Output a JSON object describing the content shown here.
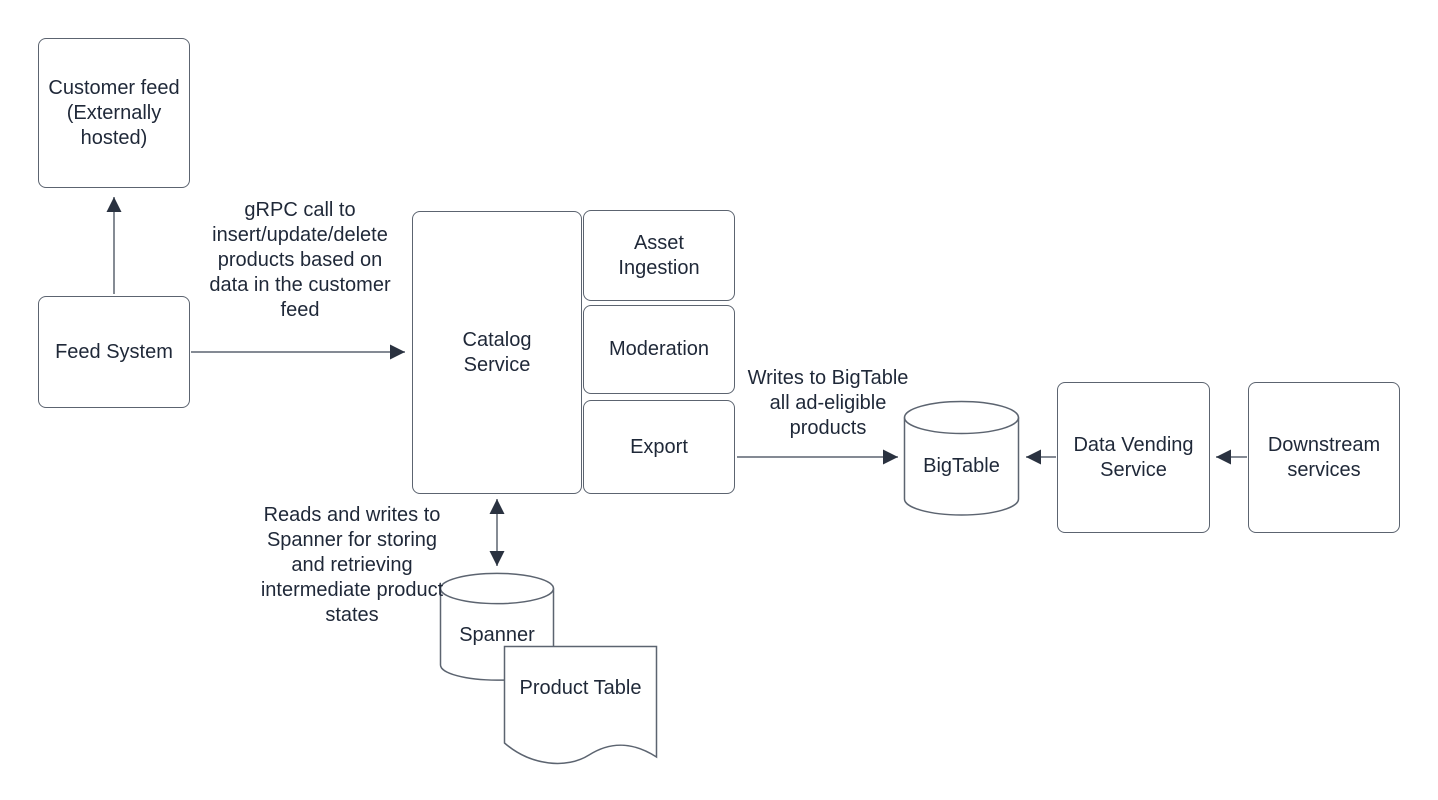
{
  "diagram": {
    "nodes": {
      "customer_feed": "Customer feed\n(Externally\nhosted)",
      "feed_system": "Feed System",
      "catalog_service": "Catalog\nService",
      "asset_ingestion": "Asset\nIngestion",
      "moderation": "Moderation",
      "export": "Export",
      "bigtable": "BigTable",
      "data_vending_service": "Data Vending\nService",
      "downstream_services": "Downstream\nservices",
      "spanner": "Spanner",
      "product_table": "Product Table"
    },
    "edge_labels": {
      "grpc": "gRPC call to\ninsert/update/delete\nproducts based on\ndata in the customer\nfeed",
      "writes_bigtable": "Writes to BigTable\nall ad-eligible\nproducts",
      "spanner_rw": "Reads and writes to\nSpanner for storing\nand retrieving\nintermediate product\nstates"
    },
    "colors": {
      "shape_border": "#5C6470",
      "text": "#1F2838",
      "arrowhead": "#2A3240",
      "background": "#FFFFFF"
    }
  }
}
